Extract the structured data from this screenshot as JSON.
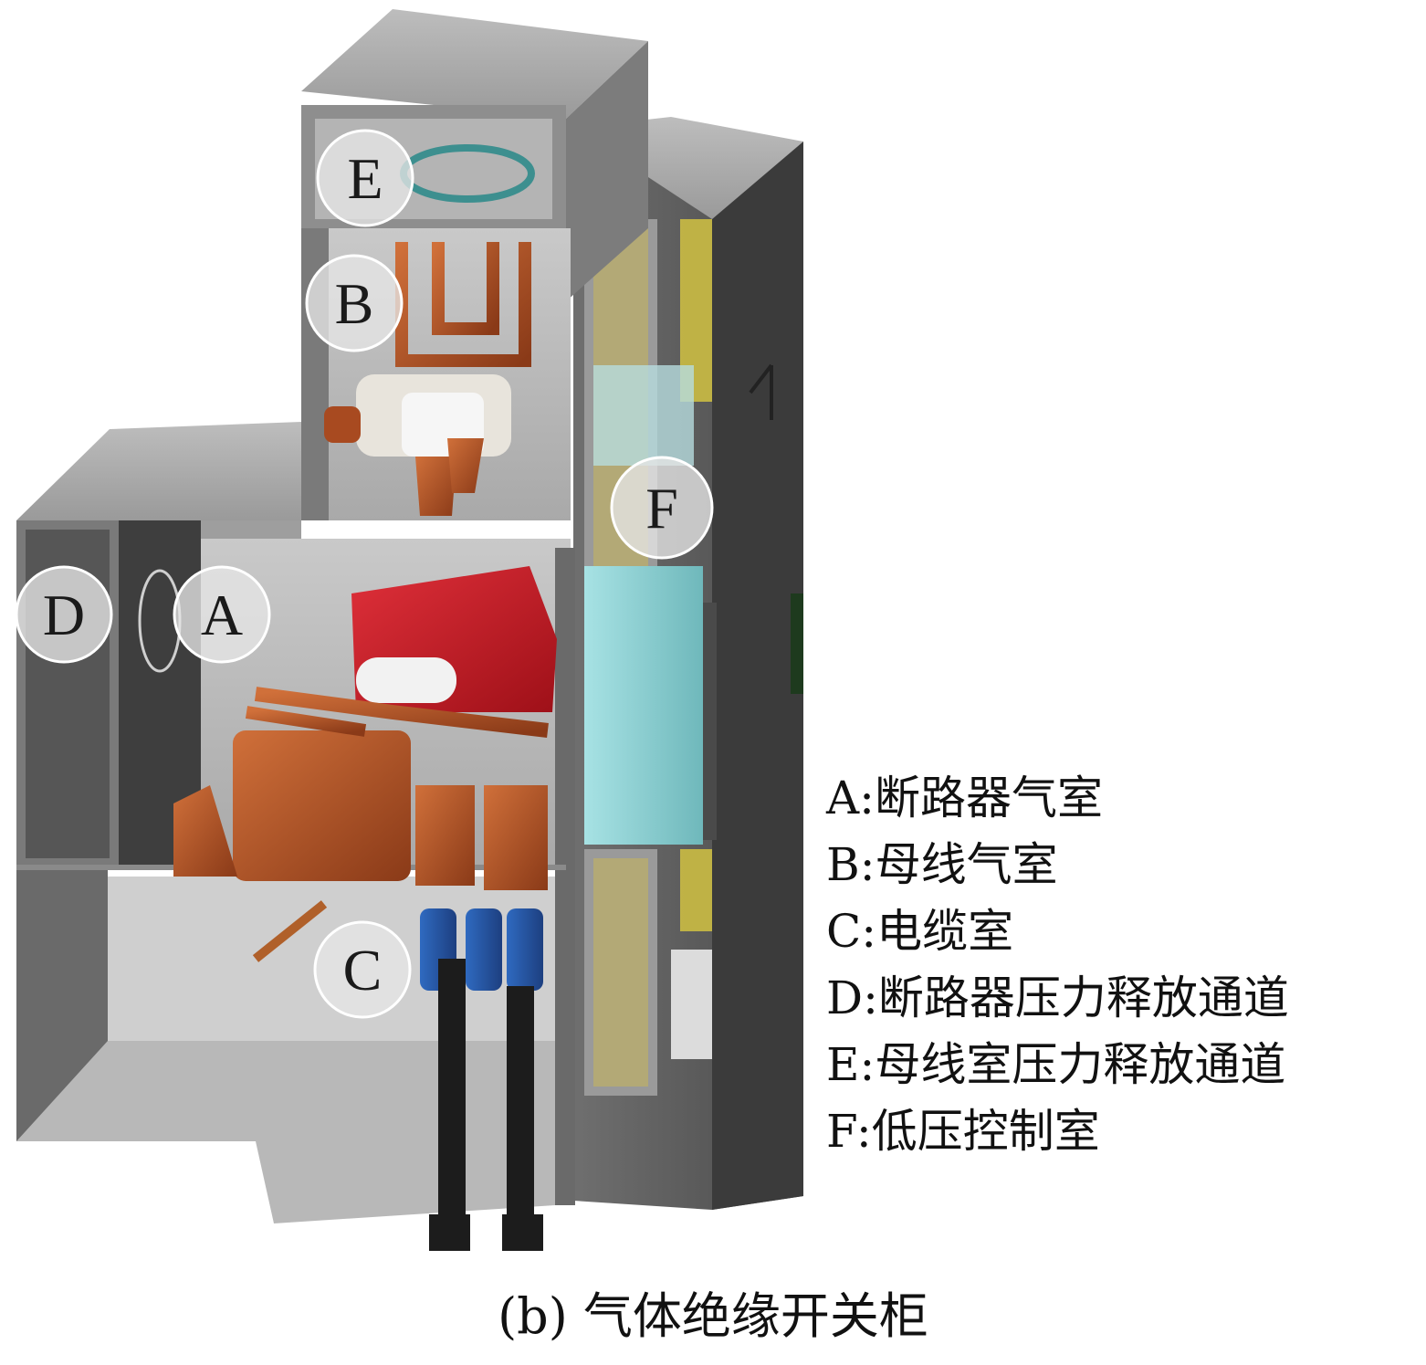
{
  "markers": [
    {
      "id": "E",
      "label": "E"
    },
    {
      "id": "B",
      "label": "B"
    },
    {
      "id": "F",
      "label": "F"
    },
    {
      "id": "D",
      "label": "D"
    },
    {
      "id": "A",
      "label": "A"
    },
    {
      "id": "C",
      "label": "C"
    }
  ],
  "legend": [
    "A:断路器气室",
    "B:母线气室",
    "C:电缆室",
    "D:断路器压力释放通道",
    "E:母线室压力释放通道",
    "F:低压控制室"
  ],
  "caption": "(b) 气体绝缘开关柜",
  "colors": {
    "cabinet_gray": "#8c8c8c",
    "dark_panel": "#4a4a4a",
    "breaker_red": "#c0202a",
    "copper": "#b05a2a",
    "control_cyan": "#8fd3d6",
    "cable_blue": "#2a5aa8"
  }
}
